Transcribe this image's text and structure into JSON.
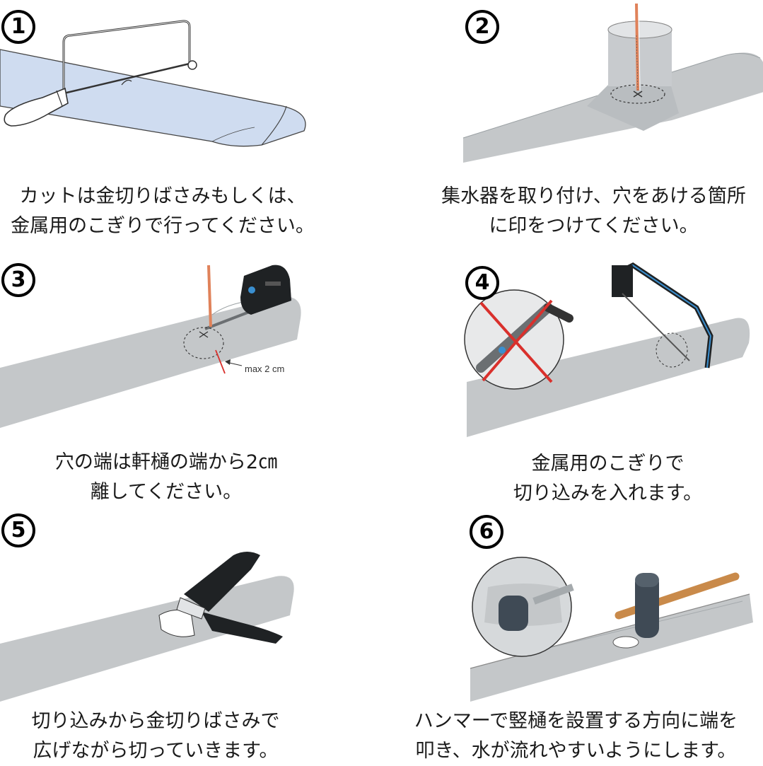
{
  "steps": [
    {
      "number": "1",
      "lines": [
        "カットは金切りばさみもしくは、",
        "金属用のこぎりで行ってください。"
      ]
    },
    {
      "number": "2",
      "lines": [
        "集水器を取り付け、穴をあける箇所",
        "に印をつけてください。"
      ]
    },
    {
      "number": "3",
      "lines": [
        "穴の端は軒樋の端から2㎝",
        "離してください。"
      ],
      "annotation": "max 2 cm"
    },
    {
      "number": "4",
      "lines": [
        "金属用のこぎりで",
        "切り込みを入れます。"
      ]
    },
    {
      "number": "5",
      "lines": [
        "切り込みから金切りばさみで",
        "広げながら切っていきます。"
      ]
    },
    {
      "number": "6",
      "lines": [
        "ハンマーで竪樋を設置する方向に端を",
        "叩き、水が流れやすいようにします。"
      ]
    }
  ],
  "colors": {
    "gutter_grey": "#c4c7c9",
    "gutter_blue": "#cfdcf0",
    "pencil": "#e0825a",
    "accent_blue": "#3a8fd0",
    "cross_red": "#d9302c",
    "wood": "#c98a4a"
  }
}
